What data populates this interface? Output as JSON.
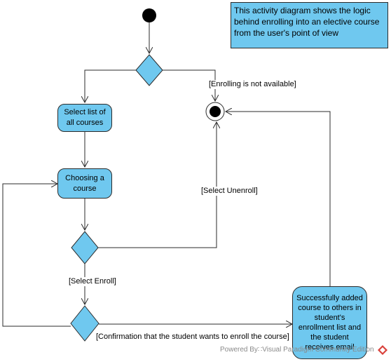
{
  "note": {
    "text": "This activity diagram shows the logic behind enrolling into an elective course from the user's point of view"
  },
  "activities": {
    "select_list": "Select list of all courses",
    "choosing": "Choosing a course",
    "success": "Successfully added course to others in student's enrollment list and the student receives email"
  },
  "guards": {
    "not_available": "[Enrolling is not available]",
    "unenroll": "[Select Unenroll]",
    "enroll": "[Select Enroll]",
    "confirm": "[Confirmation that the student wants to enroll the course]"
  },
  "watermark": {
    "text": "Powered By∷Visual Paradigm Community Edition"
  },
  "colors": {
    "fill": "#6fc8ef",
    "stroke": "#2b2b2b"
  }
}
